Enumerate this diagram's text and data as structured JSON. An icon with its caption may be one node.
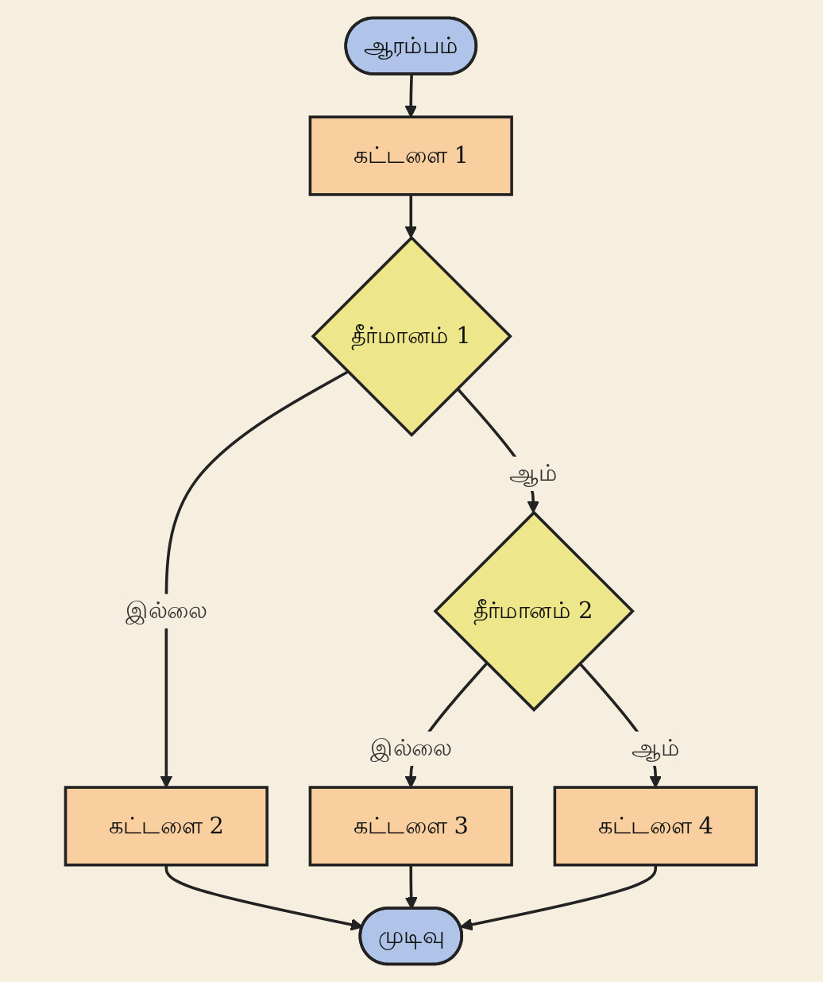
{
  "diagram": {
    "nodes": [
      {
        "text": [
          "ஆரம்பம்"
        ]
      },
      {
        "text": [
          "கட்டளை 1"
        ]
      },
      {
        "text": [
          "தீர்மானம் 1"
        ]
      },
      {
        "text": [
          "கட்டளை 2"
        ]
      },
      {
        "text": [
          "தீர்மானம் 2"
        ]
      },
      {
        "text": [
          "கட்டளை 3"
        ]
      },
      {
        "text": [
          "கட்டளை 4"
        ]
      },
      {
        "text": [
          "முடிவு"
        ]
      }
    ],
    "edges": [
      {
        "from": 0,
        "to": 1,
        "arrow": "to"
      },
      {
        "from": 1,
        "to": 2,
        "arrow": "to"
      },
      {
        "from": 2,
        "to": 3,
        "label": "இல்லை",
        "arrow": "to"
      },
      {
        "from": 2,
        "to": 4,
        "label": "ஆம்",
        "arrow": "to"
      },
      {
        "from": 4,
        "to": 5,
        "label": "இல்லை",
        "arrow": "to"
      },
      {
        "from": 4,
        "to": 6,
        "label": "ஆம்",
        "arrow": "to"
      },
      {
        "from": 6,
        "to": 7,
        "arrow": "to"
      },
      {
        "from": 3,
        "to": 7,
        "arrow": "to"
      },
      {
        "from": 5,
        "to": 7,
        "arrow": "to"
      }
    ]
  }
}
